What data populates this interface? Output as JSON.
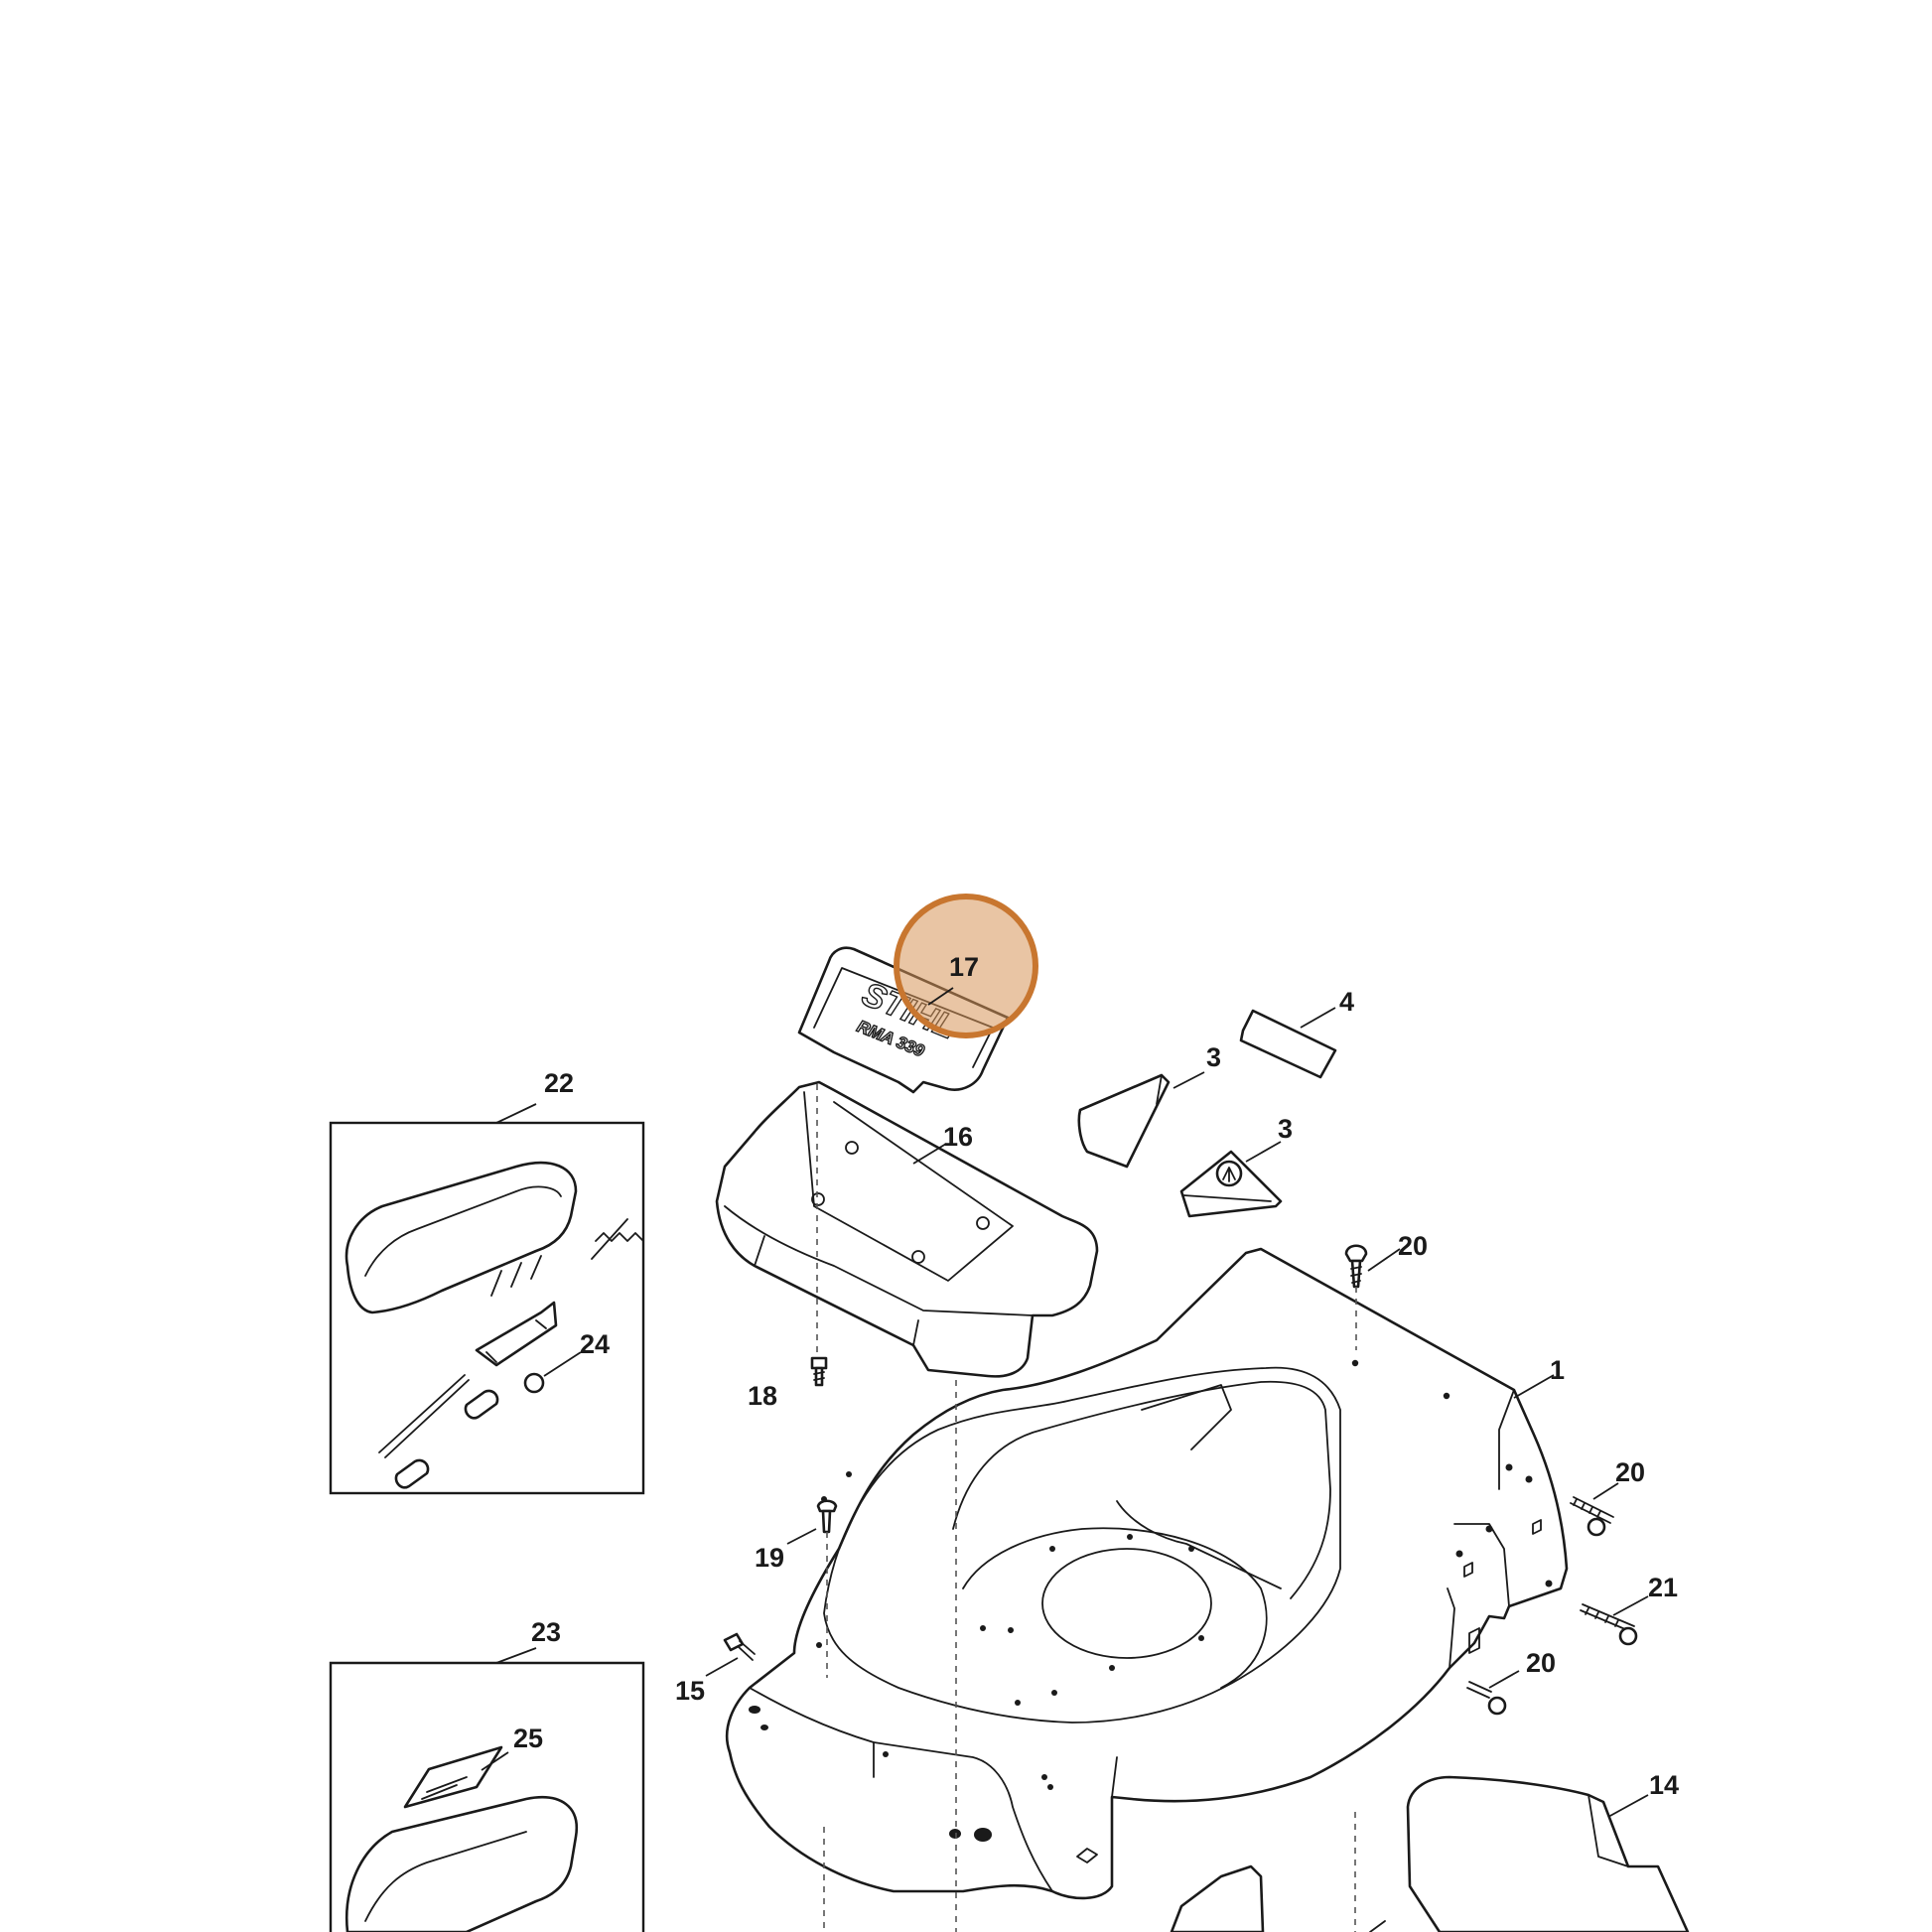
{
  "callouts": {
    "c1": "1",
    "c3a": "3",
    "c3b": "3",
    "c4": "4",
    "c14": "14",
    "c15": "15",
    "c16": "16",
    "c17": "17",
    "c18": "18",
    "c19": "19",
    "c20a": "20",
    "c20b": "20",
    "c20c": "20",
    "c21": "21",
    "c22": "22",
    "c23": "23",
    "c24": "24",
    "c25": "25"
  },
  "highlight": {
    "callout": "17",
    "color": "#d7965a"
  },
  "logo": {
    "brand": "STIHL",
    "model": "RMA 339"
  }
}
